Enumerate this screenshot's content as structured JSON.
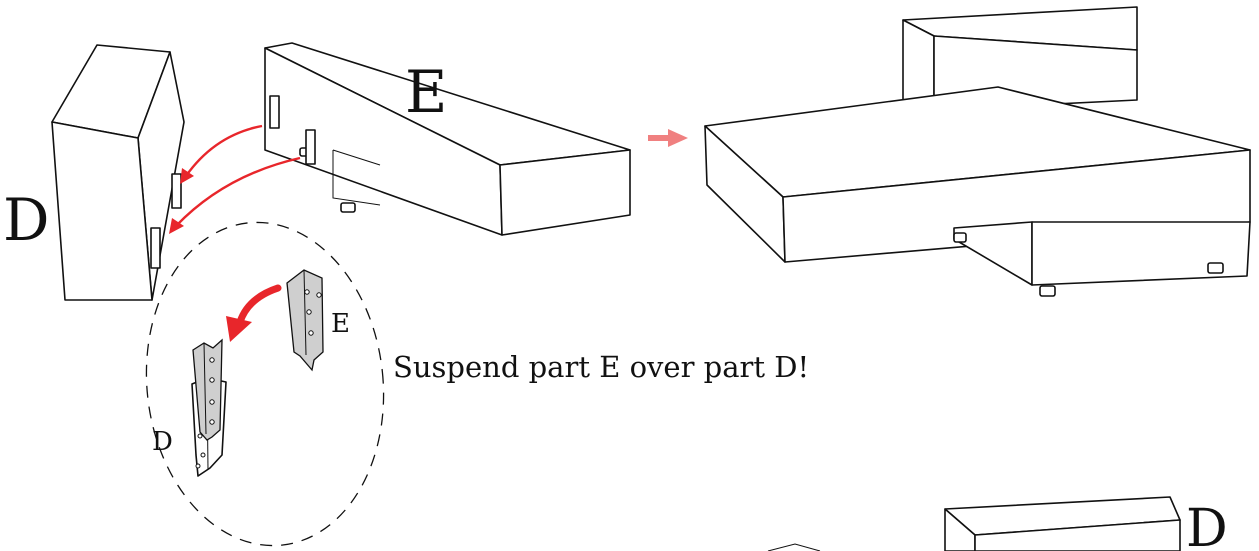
{
  "labels": {
    "part_e_main": "E",
    "part_d_main": "D",
    "part_e_detail": "E",
    "part_d_detail": "D",
    "part_d_bottom": "D"
  },
  "caption": "Suspend part E over part D!",
  "colors": {
    "arrow": "#e8262b",
    "step_arrow": "#f08080",
    "bracket_fill": "#cfcfcf",
    "line": "#111111"
  }
}
